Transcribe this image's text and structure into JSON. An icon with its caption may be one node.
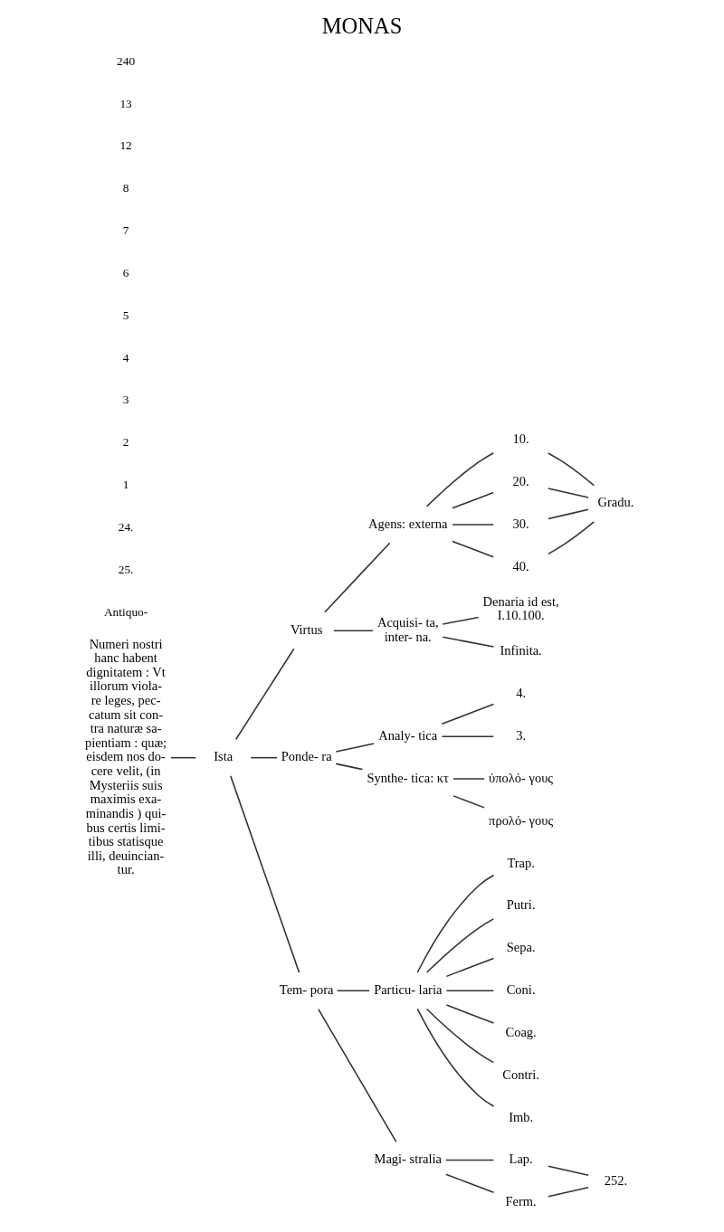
{
  "diagram": {
    "title": "MONAS",
    "nodes": [
      {
        "text": [
          "Numeri nostri hanc habent dignitatem : Vt illorum viola- re leges, pec- catum sit con- tra naturæ sa- pientiam : quæ; eisdem nos do- cere velit, (in Mysteriis suis maximis exa- minandis ) qui- bus certis limi- tibus statisque illi, deuincian- tur."
        ]
      },
      {
        "text": [
          "Ista"
        ]
      },
      {
        "text": [
          "Virtus"
        ]
      },
      {
        "text": [
          "Agens: externa"
        ]
      },
      {
        "text": [
          "10."
        ]
      },
      {
        "text": [
          "20."
        ]
      },
      {
        "text": [
          "30."
        ]
      },
      {
        "text": [
          "40."
        ]
      },
      {
        "text": [
          "Gradu."
        ]
      },
      {
        "text": [
          "Acquisi- ta, inter- na."
        ]
      },
      {
        "text": [
          "Denaria id est, I.10.100."
        ]
      },
      {
        "text": [
          "Infinita."
        ]
      },
      {
        "text": [
          "Ponde- ra"
        ]
      },
      {
        "text": [
          "Analy- tica"
        ]
      },
      {
        "text": [
          "4."
        ]
      },
      {
        "text": [
          "3."
        ]
      },
      {
        "text": [
          "Synthe- tica: κτ"
        ]
      },
      {
        "text": [
          "ὑπολό- γους"
        ]
      },
      {
        "text": [
          "προλό- γους"
        ]
      },
      {
        "text": [
          "Tem- pora"
        ]
      },
      {
        "text": [
          "Particu- laria"
        ]
      },
      {
        "text": [
          "Trap."
        ]
      },
      {
        "text": [
          "Putri."
        ]
      },
      {
        "text": [
          "Sepa."
        ]
      },
      {
        "text": [
          "Coni."
        ]
      },
      {
        "text": [
          "Coag."
        ]
      },
      {
        "text": [
          "Contri."
        ]
      },
      {
        "text": [
          "Imb."
        ]
      },
      {
        "text": [
          "Magi- stralia"
        ]
      },
      {
        "text": [
          "Lap."
        ]
      },
      {
        "text": [
          "Ferm."
        ]
      },
      {
        "text": [
          "252."
        ]
      }
    ],
    "edges": [
      {
        "from": 0,
        "to": 1,
        "arrow": "none"
      },
      {
        "from": 1,
        "to": 2,
        "arrow": "none"
      },
      {
        "from": 1,
        "to": 12,
        "arrow": "none"
      },
      {
        "from": 1,
        "to": 19,
        "arrow": "none"
      },
      {
        "from": 2,
        "to": 3,
        "arrow": "none"
      },
      {
        "from": 2,
        "to": 9,
        "arrow": "none"
      },
      {
        "from": 3,
        "to": 4,
        "arrow": "none"
      },
      {
        "from": 3,
        "to": 5,
        "arrow": "none"
      },
      {
        "from": 3,
        "to": 6,
        "arrow": "none"
      },
      {
        "from": 3,
        "to": 7,
        "arrow": "none"
      },
      {
        "from": 4,
        "to": 8,
        "arrow": "none"
      },
      {
        "from": 5,
        "to": 8,
        "arrow": "none"
      },
      {
        "from": 6,
        "to": 8,
        "arrow": "none"
      },
      {
        "from": 7,
        "to": 8,
        "arrow": "none"
      },
      {
        "from": 9,
        "to": 10,
        "arrow": "none"
      },
      {
        "from": 9,
        "to": 11,
        "arrow": "none"
      },
      {
        "from": 12,
        "to": 13,
        "arrow": "none"
      },
      {
        "from": 12,
        "to": 16,
        "arrow": "none"
      },
      {
        "from": 13,
        "to": 14,
        "arrow": "none"
      },
      {
        "from": 13,
        "to": 15,
        "arrow": "none"
      },
      {
        "from": 16,
        "to": 17,
        "arrow": "none"
      },
      {
        "from": 16,
        "to": 18,
        "arrow": "none"
      },
      {
        "from": 19,
        "to": 20,
        "arrow": "none"
      },
      {
        "from": 19,
        "to": 28,
        "arrow": "none"
      },
      {
        "from": 20,
        "to": 21,
        "arrow": "none"
      },
      {
        "from": 20,
        "to": 22,
        "arrow": "none"
      },
      {
        "from": 20,
        "to": 23,
        "arrow": "none"
      },
      {
        "from": 20,
        "to": 24,
        "arrow": "none"
      },
      {
        "from": 20,
        "to": 25,
        "arrow": "none"
      },
      {
        "from": 20,
        "to": 26,
        "arrow": "none"
      },
      {
        "from": 20,
        "to": 27,
        "arrow": "none"
      },
      {
        "from": 28,
        "to": 29,
        "arrow": "none"
      },
      {
        "from": 28,
        "to": 30,
        "arrow": "none"
      },
      {
        "from": 29,
        "to": 31,
        "arrow": "none"
      },
      {
        "from": 30,
        "to": 31,
        "arrow": "none"
      }
    ],
    "labels": [
      "240",
      "13",
      "12",
      "8",
      "7",
      "6",
      "5",
      "4",
      "3",
      "2",
      "1",
      "24.",
      "25.",
      "Antiquo-"
    ]
  }
}
